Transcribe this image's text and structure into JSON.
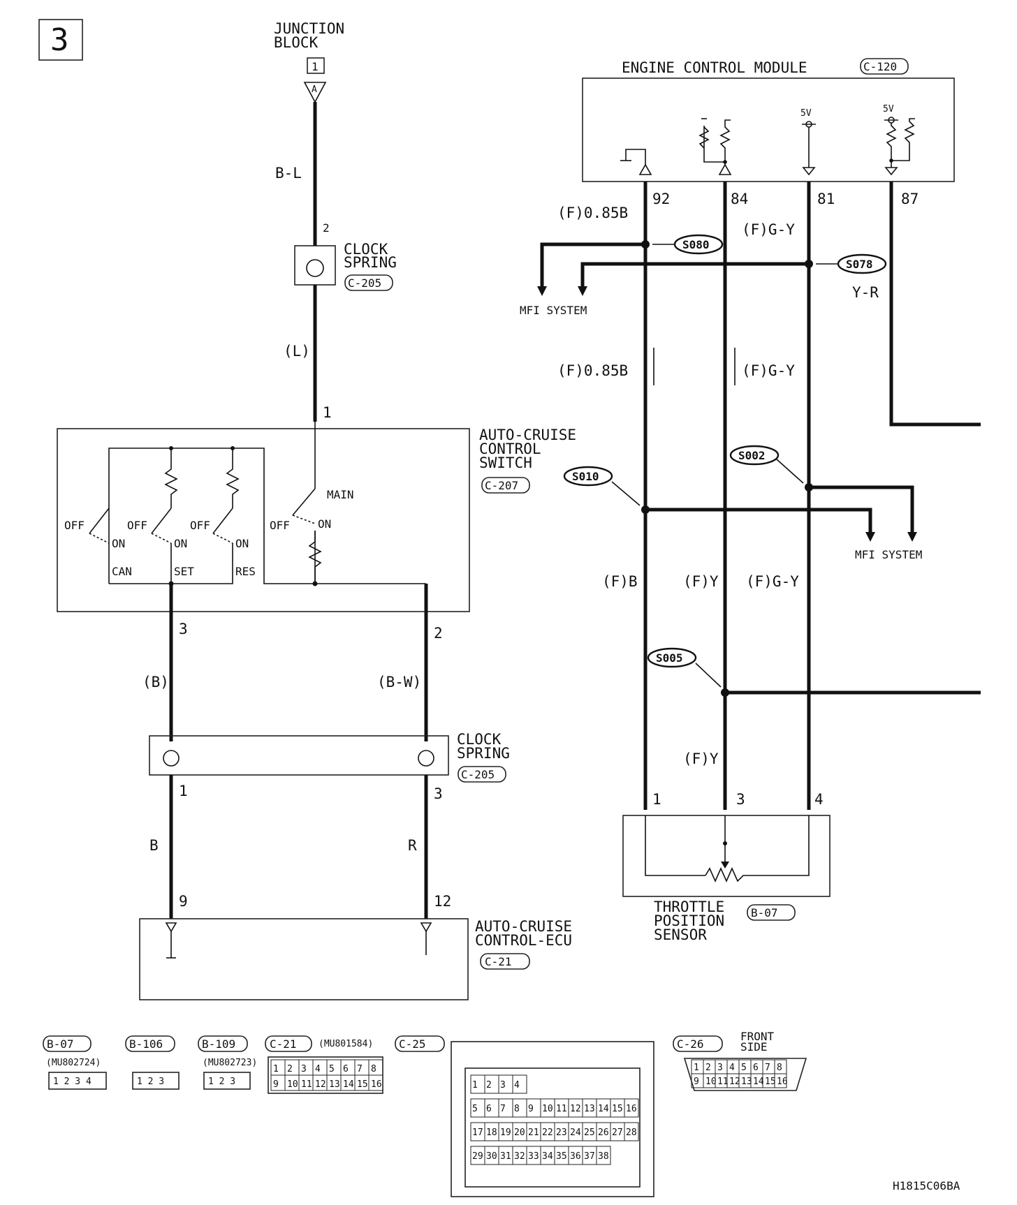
{
  "page_number": "3",
  "diagram_code": "H1815C06BA",
  "junction_block": {
    "label_line1": "JUNCTION",
    "label_line2": "BLOCK",
    "fuse": "1",
    "connector": "A",
    "wire": "B-L"
  },
  "clock_spring_top": {
    "line1": "CLOCK",
    "line2": "SPRING",
    "connector": "C-205",
    "pin_in": "2",
    "pin_out": "1",
    "wire": "(L)"
  },
  "acc_switch": {
    "line1": "AUTO-CRUISE",
    "line2": "CONTROL",
    "line3": "SWITCH",
    "connector": "C-207",
    "main": "MAIN",
    "off": "OFF",
    "on": "ON",
    "can": "CAN",
    "set": "SET",
    "res": "RES",
    "pin_left": "3",
    "pin_right": "2"
  },
  "mid_wires": {
    "left": "(B)",
    "right": "(B-W)"
  },
  "clock_spring_bottom": {
    "line1": "CLOCK",
    "line2": "SPRING",
    "connector": "C-205",
    "pin_left": "1",
    "pin_right": "3"
  },
  "low_wires": {
    "left": "B",
    "right": "R"
  },
  "acc_ecu": {
    "line1": "AUTO-CRUISE",
    "line2": "CONTROL-ECU",
    "connector": "C-21",
    "pin_left": "9",
    "pin_right": "12"
  },
  "ecm": {
    "title": "ENGINE CONTROL MODULE",
    "connector": "C-120",
    "v5": "5V",
    "pins": [
      "92",
      "84",
      "81",
      "87"
    ]
  },
  "ecm_wires": {
    "f085b": "(F)0.85B",
    "fgy": "(F)G-Y",
    "yr": "Y-R",
    "fb": "(F)B",
    "fy": "(F)Y"
  },
  "splices": {
    "s080": "S080",
    "s078": "S078",
    "s010": "S010",
    "s002": "S002",
    "s005": "S005"
  },
  "mfi": "MFI SYSTEM",
  "tps": {
    "line1": "THROTTLE",
    "line2": "POSITION",
    "line3": "SENSOR",
    "connector": "B-07",
    "pins": [
      "1",
      "3",
      "4"
    ]
  },
  "connector_views": {
    "b07": {
      "label": "B-07",
      "part": "(MU802724)",
      "pins": [
        "1",
        "2",
        "3",
        "4"
      ]
    },
    "b106": {
      "label": "B-106",
      "pins": [
        "1",
        "2",
        "3"
      ]
    },
    "b109": {
      "label": "B-109",
      "part": "(MU802723)",
      "pins": [
        "1",
        "2",
        "3"
      ]
    },
    "c21": {
      "label": "C-21",
      "part": "(MU801584)",
      "row1": [
        "1",
        "2",
        "3",
        "4",
        "5",
        "6",
        "7",
        "8"
      ],
      "row2": [
        "9",
        "10",
        "11",
        "12",
        "13",
        "14",
        "15",
        "16"
      ]
    },
    "c25": {
      "label": "C-25",
      "pins": [
        "1",
        "2",
        "3",
        "4",
        "5",
        "6",
        "7",
        "8",
        "9",
        "10",
        "11",
        "12",
        "13",
        "14",
        "15",
        "16",
        "17",
        "18",
        "19",
        "20",
        "21",
        "22",
        "23",
        "24",
        "25",
        "26",
        "27",
        "28",
        "29",
        "30",
        "31",
        "32",
        "33",
        "34",
        "35",
        "36",
        "37",
        "38"
      ]
    },
    "c26": {
      "label": "C-26",
      "side_line1": "FRONT",
      "side_line2": "SIDE",
      "row1": [
        "1",
        "2",
        "3",
        "4",
        "5",
        "6",
        "7",
        "8"
      ],
      "row2": [
        "9",
        "10",
        "11",
        "12",
        "13",
        "14",
        "15",
        "16"
      ]
    }
  }
}
